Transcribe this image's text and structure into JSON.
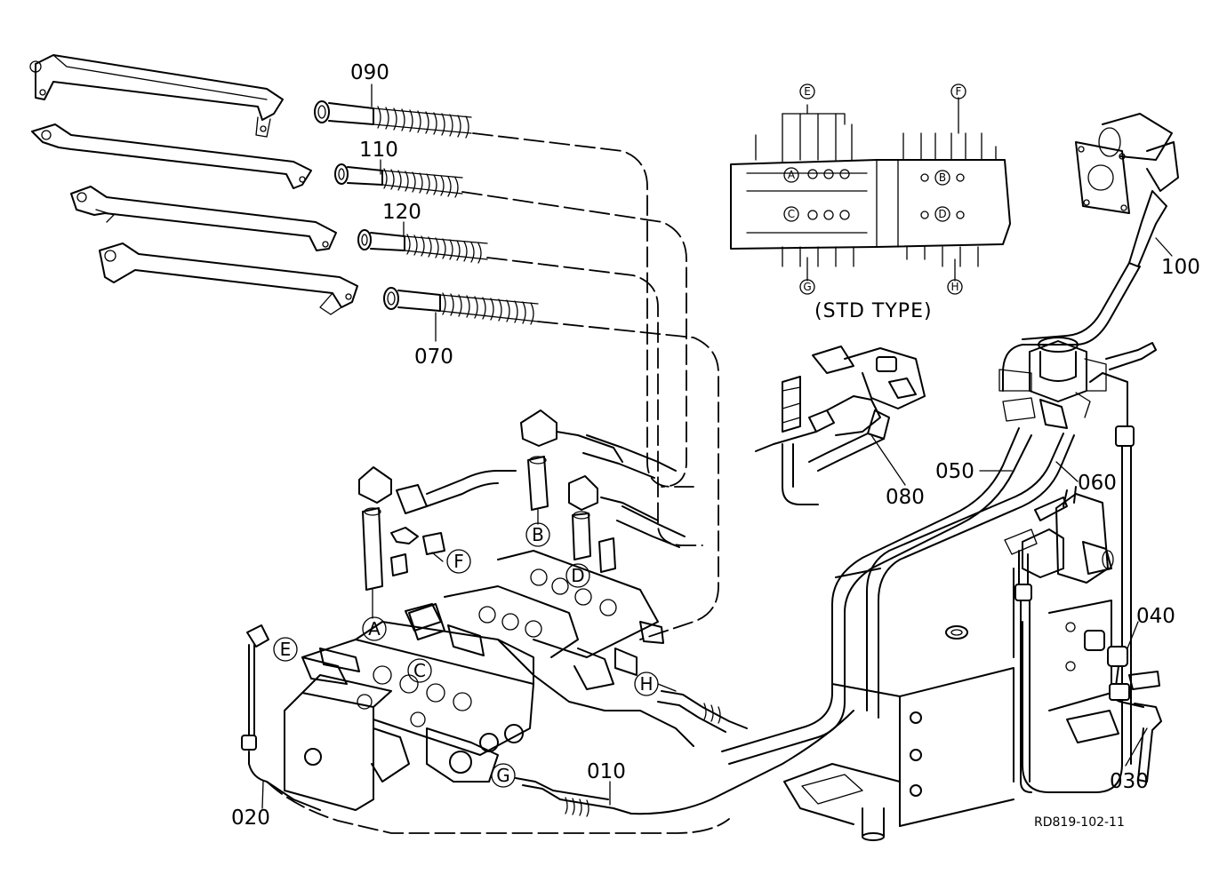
{
  "part_labels": [
    {
      "id": "090",
      "text": "090"
    },
    {
      "id": "110",
      "text": "110"
    },
    {
      "id": "120",
      "text": "120"
    },
    {
      "id": "070",
      "text": "070"
    },
    {
      "id": "100",
      "text": "100"
    },
    {
      "id": "050",
      "text": "050"
    },
    {
      "id": "060",
      "text": "060"
    },
    {
      "id": "080",
      "text": "080"
    },
    {
      "id": "040",
      "text": "040"
    },
    {
      "id": "030",
      "text": "030"
    },
    {
      "id": "010",
      "text": "010"
    },
    {
      "id": "020",
      "text": "020"
    }
  ],
  "port_markers": [
    "A",
    "B",
    "C",
    "D",
    "E",
    "F",
    "G",
    "H"
  ],
  "inset": {
    "caption": "(STD TYPE)",
    "markers": [
      "E",
      "F",
      "A",
      "B",
      "C",
      "D",
      "G",
      "H"
    ]
  },
  "reference_code": "RD819-102-11"
}
